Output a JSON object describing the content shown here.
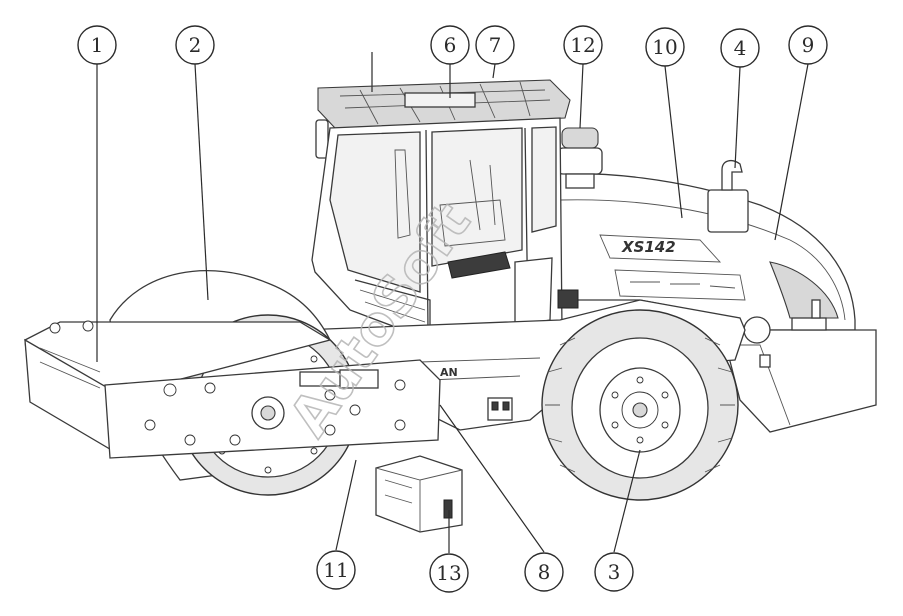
{
  "diagram": {
    "model_label": "XS142",
    "brand_label": "AN",
    "watermark": "AutoSoft",
    "callouts": [
      {
        "id": "1",
        "label": "1"
      },
      {
        "id": "2",
        "label": "2"
      },
      {
        "id": "6",
        "label": "6"
      },
      {
        "id": "7",
        "label": "7"
      },
      {
        "id": "12",
        "label": "12"
      },
      {
        "id": "10",
        "label": "10"
      },
      {
        "id": "4",
        "label": "4"
      },
      {
        "id": "9",
        "label": "9"
      },
      {
        "id": "11",
        "label": "11"
      },
      {
        "id": "13",
        "label": "13"
      },
      {
        "id": "8",
        "label": "8"
      },
      {
        "id": "3",
        "label": "3"
      }
    ]
  }
}
